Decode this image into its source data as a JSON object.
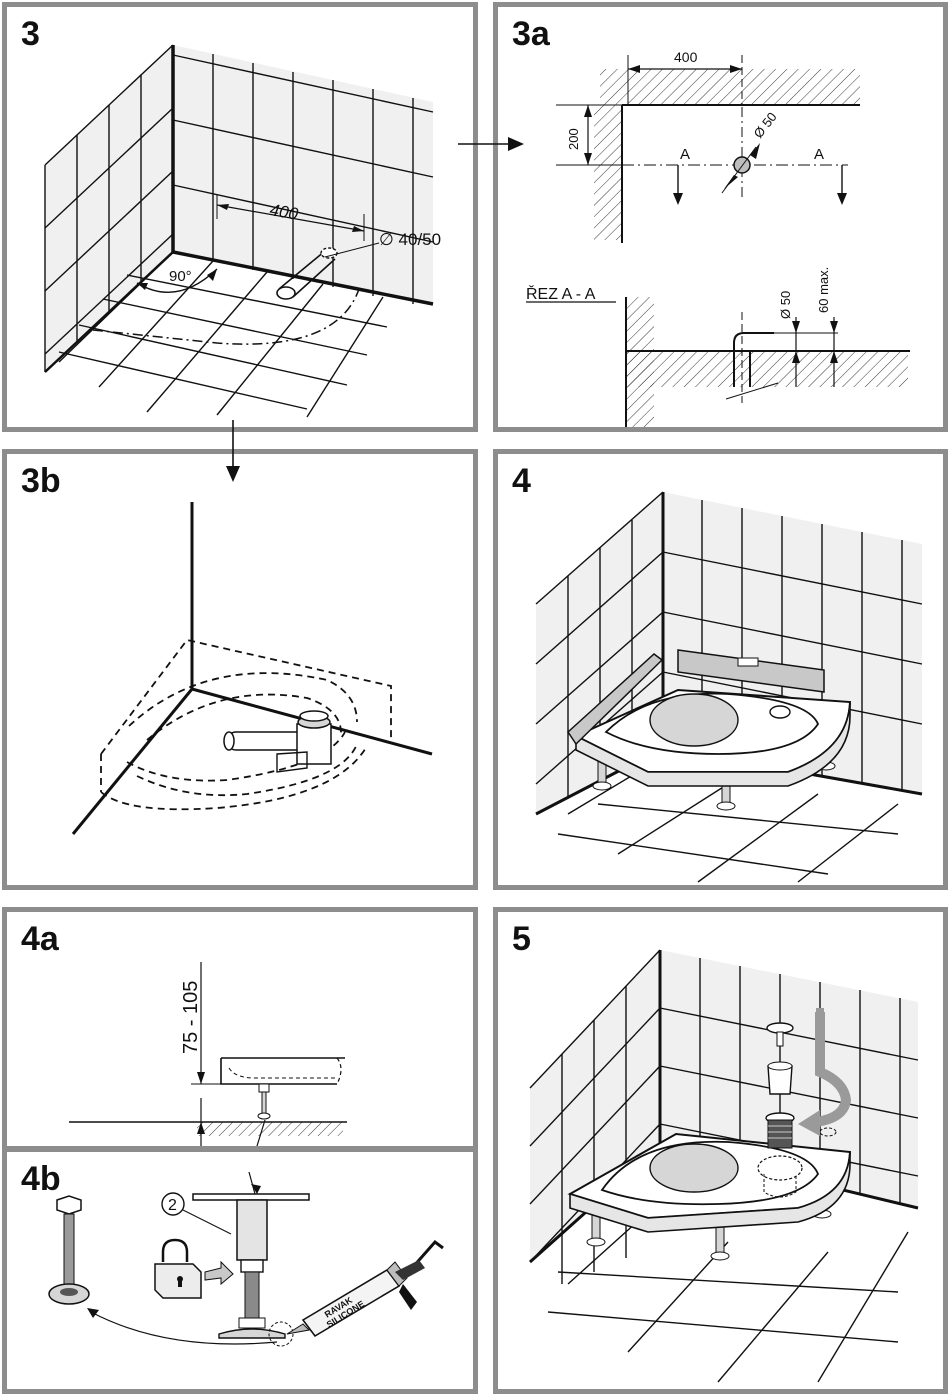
{
  "panels": {
    "p3": {
      "label": "3",
      "dim_400": "400",
      "angle": "90°",
      "pipe_dia": "∅ 40/50"
    },
    "p3a": {
      "label": "3a",
      "dim_400": "400",
      "dim_200": "200",
      "dia_50": "Ø 50",
      "sec_a_left": "A",
      "sec_a_right": "A",
      "section_title": "ŘEZ A - A",
      "sec_dia_50": "Ø 50",
      "sec_60max": "60 max."
    },
    "p3b": {
      "label": "3b"
    },
    "p4": {
      "label": "4"
    },
    "p4a": {
      "label": "4a",
      "height_range": "75 - 105"
    },
    "p4b": {
      "label": "4b",
      "part_number": "2",
      "tube_text_1": "RAVAK",
      "tube_text_2": "SILICONE"
    },
    "p5": {
      "label": "5"
    }
  },
  "colors": {
    "frame": "#8d8d8d",
    "ink": "#111111",
    "wall": "#f0f0f0",
    "shade": "#d6d6d6"
  }
}
